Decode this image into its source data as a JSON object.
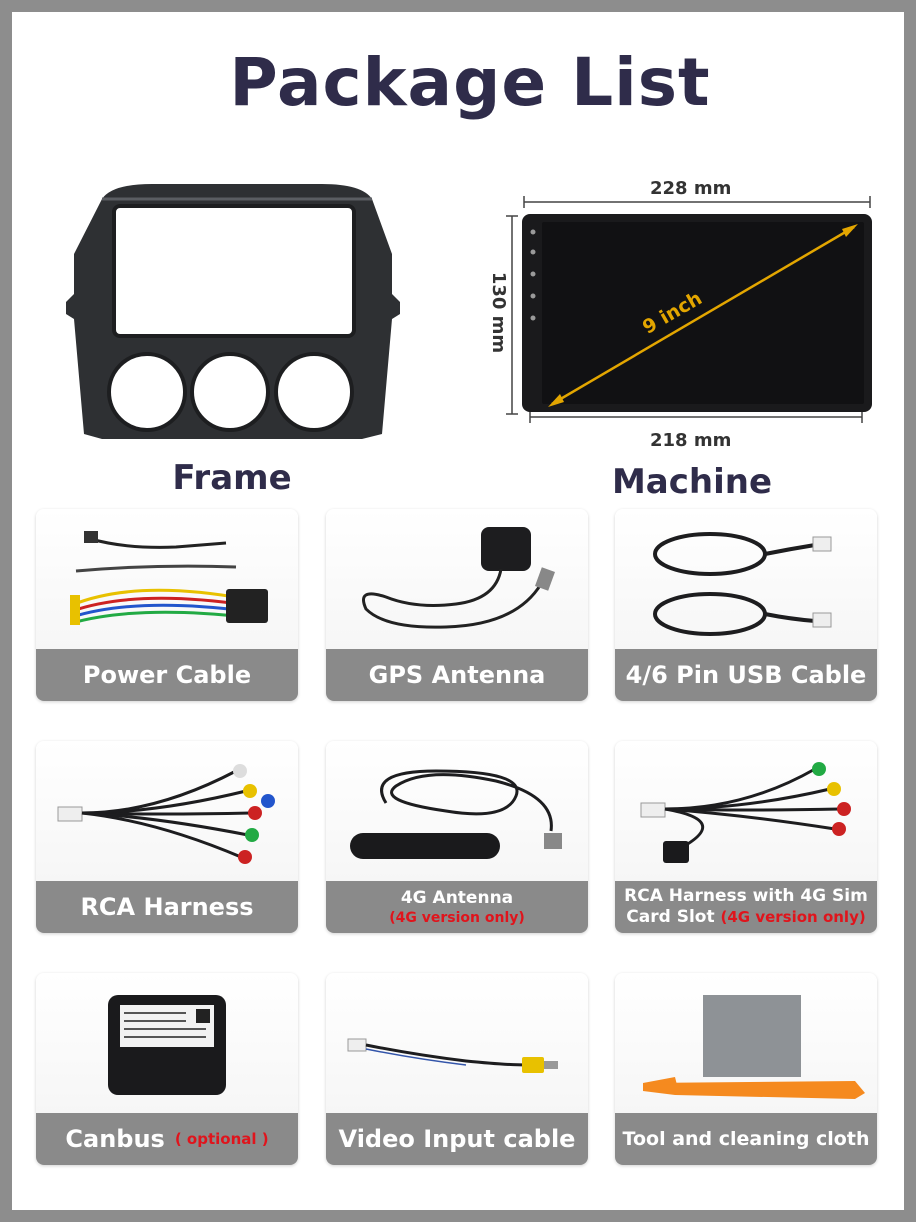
{
  "title": "Package List",
  "hero": {
    "frame_label": "Frame",
    "machine_label": "Machine",
    "dims": {
      "top": "228 mm",
      "bottom": "218 mm",
      "side": "130 mm",
      "diagonal": "9 inch"
    }
  },
  "items": [
    {
      "label": "Power Cable"
    },
    {
      "label": "GPS Antenna"
    },
    {
      "label": "4/6 Pin USB Cable"
    },
    {
      "label": "RCA Harness"
    },
    {
      "label": "4G Antenna",
      "note": "(4G version only)"
    },
    {
      "label_line1": "RCA Harness with 4G Sim",
      "label_line2": "Card Slot",
      "note": "(4G version only)"
    },
    {
      "label": "Canbus",
      "note": "( optional )"
    },
    {
      "label": "Video Input cable"
    },
    {
      "label": "Tool and cleaning cloth"
    }
  ],
  "colors": {
    "title": "#2f2c4a",
    "band": "#8a8a8a",
    "note": "#e0141c",
    "accent": "#e3a600",
    "border": "#8d8d8d"
  }
}
